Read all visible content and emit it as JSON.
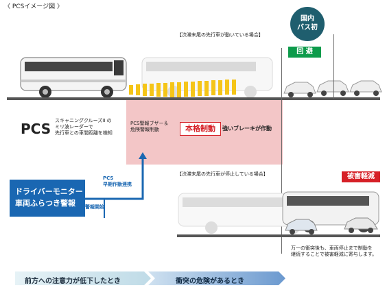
{
  "header": {
    "caption": "〈 PCSイメージ図 〉"
  },
  "badges": {
    "domestic_first": [
      "国内",
      "バス初"
    ],
    "avoid": "回 避",
    "damage_reduction": "被害軽減",
    "full_braking": "本格制動",
    "strong_brake": "強いブレーキが作動"
  },
  "scenarios": {
    "moving": "【渋滞末尾の先行車が動いている場合】",
    "stopped": "【渋滞末尾の先行車が停止している場合】"
  },
  "pcs": {
    "label": "PCS",
    "description": [
      "スキャニングクルーズII の",
      "ミリ波レーダーで",
      "先行車との車間距離を検知"
    ]
  },
  "stages": {
    "warning": [
      "PCS警報ブザー＆",
      "危険警報制動"
    ]
  },
  "driver_monitor": {
    "title": [
      "ドライバーモニター",
      "車両ふらつき警報"
    ],
    "pcs_early": [
      "PCS",
      "早期作動連携"
    ],
    "alert_start": "警報開始"
  },
  "note": [
    "万一の衝突後も、車両停止まで制動を",
    "継続することで被害軽減に寄与します。"
  ],
  "timeline": {
    "phase1": "前方への注意力が低下したとき",
    "phase2": "衝突の危険があるとき"
  },
  "colors": {
    "red": "#d62027",
    "green": "#0d9b4b",
    "blue": "#1a67b2",
    "pink": "#f3c6c7",
    "yellow": "#f5c518",
    "teal": "#1f5e6e"
  }
}
